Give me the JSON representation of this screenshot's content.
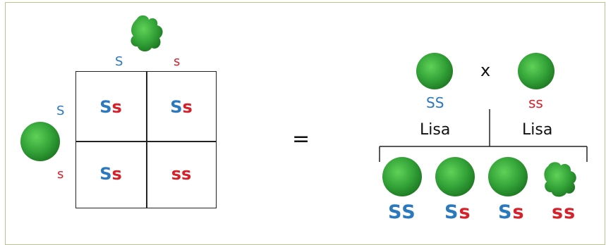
{
  "colors": {
    "dominant": "#2a78bd",
    "recessive": "#d6202a",
    "pea_light": "#4fc64a",
    "pea_dark": "#1f7a23",
    "grid": "#222222"
  },
  "punnett": {
    "top_alleles": [
      "S",
      "s"
    ],
    "left_alleles": [
      "S",
      "s"
    ],
    "cells": [
      [
        {
          "d": "S",
          "r": "s"
        },
        {
          "d": "S",
          "r": "s"
        }
      ],
      [
        {
          "d": "S",
          "r": "s"
        },
        {
          "d": "",
          "r": "ss"
        }
      ]
    ],
    "top_parent_icon": "wrinkled-pea-icon",
    "left_parent_icon": "round-pea-icon"
  },
  "equals_sign": "=",
  "cross": {
    "cross_symbol": "x",
    "parent1": {
      "genotype": "SS",
      "name": "Lisa",
      "icon": "round-pea-icon"
    },
    "parent2": {
      "genotype": "ss",
      "name": "Lisa",
      "icon": "round-pea-icon"
    },
    "offspring": [
      {
        "d": "SS",
        "r": "",
        "icon": "round-pea-icon"
      },
      {
        "d": "S",
        "r": "s",
        "icon": "round-pea-icon"
      },
      {
        "d": "S",
        "r": "s",
        "icon": "round-pea-icon"
      },
      {
        "d": "",
        "r": "ss",
        "icon": "wrinkled-pea-icon"
      }
    ]
  }
}
